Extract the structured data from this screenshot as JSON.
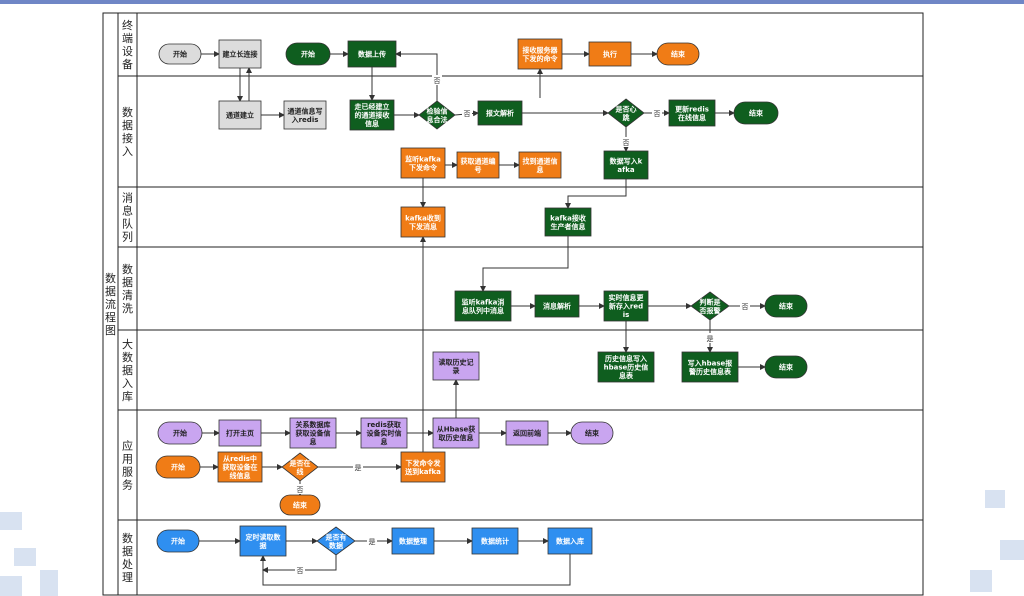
{
  "diagram": {
    "title": "数据流程图",
    "lanes": [
      {
        "id": "terminal",
        "label": "终端设备"
      },
      {
        "id": "access",
        "label": "数据接入"
      },
      {
        "id": "queue",
        "label": "消息队列"
      },
      {
        "id": "clean",
        "label": "数据清洗"
      },
      {
        "id": "bigdata",
        "label": "大数据入库"
      },
      {
        "id": "app",
        "label": "应用服务"
      },
      {
        "id": "process",
        "label": "数据处理"
      }
    ],
    "colors": {
      "green": "#0f5e1f",
      "orange": "#f07c16",
      "gray": "#dcdcdc",
      "purple": "#c9a5f0",
      "blue": "#2f8ff0",
      "lane_border": "#222222",
      "edge": "#333333"
    },
    "nodes": [
      {
        "id": "t_start",
        "text": "开始",
        "color": "gray",
        "shape": "pill"
      },
      {
        "id": "t_conn",
        "text": "建立长连接",
        "color": "gray",
        "shape": "rect"
      },
      {
        "id": "a_est",
        "text": "通道建立",
        "color": "gray",
        "shape": "rect"
      },
      {
        "id": "a_redis",
        "text": "通道信息写入redis",
        "color": "gray",
        "shape": "rect"
      },
      {
        "id": "g_start",
        "text": "开始",
        "color": "green",
        "shape": "pill"
      },
      {
        "id": "g_upload",
        "text": "数据上传",
        "color": "green",
        "shape": "rect"
      },
      {
        "id": "g_recv",
        "text": "走已经建立的通道接收信息",
        "color": "green",
        "shape": "rect"
      },
      {
        "id": "g_check",
        "text": "检验信息合法",
        "color": "green",
        "shape": "diamond"
      },
      {
        "id": "g_parse",
        "text": "报文解析",
        "color": "green",
        "shape": "rect"
      },
      {
        "id": "g_hb",
        "text": "是否心跳",
        "color": "green",
        "shape": "diamond"
      },
      {
        "id": "g_update",
        "text": "更新redis在线信息",
        "color": "green",
        "shape": "rect"
      },
      {
        "id": "g_end",
        "text": "结束",
        "color": "green",
        "shape": "pill"
      },
      {
        "id": "g_kafka",
        "text": "数据写入kafka",
        "color": "green",
        "shape": "rect"
      },
      {
        "id": "g_kq",
        "text": "kafka接收生产者信息",
        "color": "green",
        "shape": "rect"
      },
      {
        "id": "g_listen",
        "text": "监听kafka消息队列中消息",
        "color": "green",
        "shape": "rect"
      },
      {
        "id": "g_msgparse",
        "text": "消息解析",
        "color": "green",
        "shape": "rect"
      },
      {
        "id": "g_rt",
        "text": "实时信息更新存入redis",
        "color": "green",
        "shape": "rect"
      },
      {
        "id": "g_alarm",
        "text": "判断是否报警",
        "color": "green",
        "shape": "diamond"
      },
      {
        "id": "g_end2",
        "text": "结束",
        "color": "green",
        "shape": "pill"
      },
      {
        "id": "g_hist",
        "text": "历史信息写入hbase历史信息表",
        "color": "green",
        "shape": "rect"
      },
      {
        "id": "g_hbase",
        "text": "写入hbase报警历史信息表",
        "color": "green",
        "shape": "rect"
      },
      {
        "id": "g_end3",
        "text": "结束",
        "color": "green",
        "shape": "pill"
      },
      {
        "id": "o_cmd",
        "text": "接收服务器下发的命令",
        "color": "orange",
        "shape": "rect"
      },
      {
        "id": "o_exec",
        "text": "执行",
        "color": "orange",
        "shape": "rect"
      },
      {
        "id": "o_end",
        "text": "结束",
        "color": "orange",
        "shape": "pill"
      },
      {
        "id": "o_listen",
        "text": "监听kafka下发命令",
        "color": "orange",
        "shape": "rect"
      },
      {
        "id": "o_getch",
        "text": "获取通道编号",
        "color": "orange",
        "shape": "rect"
      },
      {
        "id": "o_findch",
        "text": "找到通道信息",
        "color": "orange",
        "shape": "rect"
      },
      {
        "id": "o_kq",
        "text": "kafka收到下发消息",
        "color": "orange",
        "shape": "rect"
      },
      {
        "id": "o_start",
        "text": "开始",
        "color": "orange",
        "shape": "pill"
      },
      {
        "id": "o_online",
        "text": "从redis中获取设备在线信息",
        "color": "orange",
        "shape": "rect"
      },
      {
        "id": "o_isonline",
        "text": "是否在线",
        "color": "orange",
        "shape": "diamond"
      },
      {
        "id": "o_send",
        "text": "下发命令发送到kafka",
        "color": "orange",
        "shape": "rect"
      },
      {
        "id": "o_end2",
        "text": "结束",
        "color": "orange",
        "shape": "pill"
      },
      {
        "id": "p_start",
        "text": "开始",
        "color": "purple",
        "shape": "pill"
      },
      {
        "id": "p_open",
        "text": "打开主页",
        "color": "purple",
        "shape": "rect"
      },
      {
        "id": "p_rel",
        "text": "关系数据库获取设备信息",
        "color": "purple",
        "shape": "rect"
      },
      {
        "id": "p_redis",
        "text": "redis获取设备实时信息",
        "color": "purple",
        "shape": "rect"
      },
      {
        "id": "p_hbase",
        "text": "从Hbase获取历史信息",
        "color": "purple",
        "shape": "rect"
      },
      {
        "id": "p_back",
        "text": "返回前端",
        "color": "purple",
        "shape": "rect"
      },
      {
        "id": "p_end",
        "text": "结束",
        "color": "purple",
        "shape": "pill"
      },
      {
        "id": "p_read",
        "text": "读取历史记录",
        "color": "purple",
        "shape": "rect"
      },
      {
        "id": "b_start",
        "text": "开始",
        "color": "blue",
        "shape": "pill"
      },
      {
        "id": "b_timer",
        "text": "定时读取数据",
        "color": "blue",
        "shape": "rect"
      },
      {
        "id": "b_has",
        "text": "是否有数据",
        "color": "blue",
        "shape": "diamond"
      },
      {
        "id": "b_tidy",
        "text": "数据整理",
        "color": "blue",
        "shape": "rect"
      },
      {
        "id": "b_stat",
        "text": "数据统计",
        "color": "blue",
        "shape": "rect"
      },
      {
        "id": "b_store",
        "text": "数据入库",
        "color": "blue",
        "shape": "rect"
      }
    ],
    "edge_labels": {
      "yes": "是",
      "no": "否"
    }
  }
}
